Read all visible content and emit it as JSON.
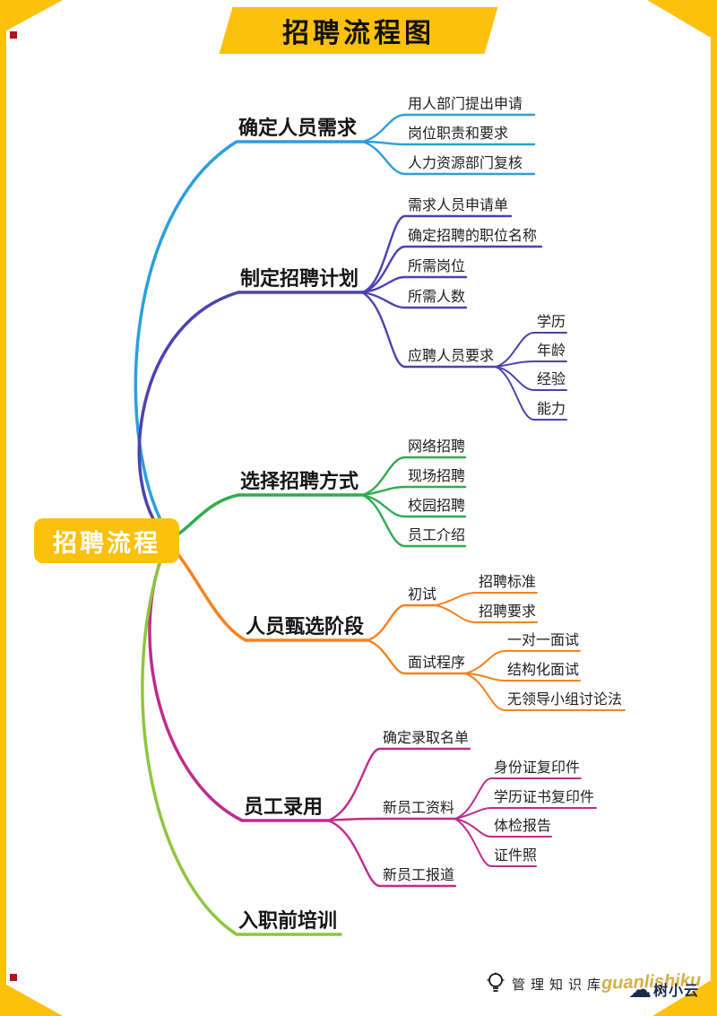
{
  "page": {
    "title": "招聘流程图"
  },
  "root": {
    "label": "招聘流程"
  },
  "colors": {
    "branch1": "#2B9FDE",
    "branch2": "#4A43AE",
    "branch3": "#2FAC4F",
    "branch4": "#F58220",
    "branch5": "#C12A8D",
    "branch6": "#8DC63F",
    "accent_yellow": "#FCC10D"
  },
  "branches": [
    {
      "label": "确定人员需求",
      "children": [
        {
          "label": "用人部门提出申请"
        },
        {
          "label": "岗位职责和要求"
        },
        {
          "label": "人力资源部门复核"
        }
      ]
    },
    {
      "label": "制定招聘计划",
      "children": [
        {
          "label": "需求人员申请单"
        },
        {
          "label": "确定招聘的职位名称"
        },
        {
          "label": "所需岗位"
        },
        {
          "label": "所需人数"
        },
        {
          "label": "应聘人员要求",
          "children": [
            {
              "label": "学历"
            },
            {
              "label": "年龄"
            },
            {
              "label": "经验"
            },
            {
              "label": "能力"
            }
          ]
        }
      ]
    },
    {
      "label": "选择招聘方式",
      "children": [
        {
          "label": "网络招聘"
        },
        {
          "label": "现场招聘"
        },
        {
          "label": "校园招聘"
        },
        {
          "label": "员工介绍"
        }
      ]
    },
    {
      "label": "人员甄选阶段",
      "children": [
        {
          "label": "初试",
          "children": [
            {
              "label": "招聘标准"
            },
            {
              "label": "招聘要求"
            }
          ]
        },
        {
          "label": "面试程序",
          "children": [
            {
              "label": "一对一面试"
            },
            {
              "label": "结构化面试"
            },
            {
              "label": "无领导小组讨论法"
            }
          ]
        }
      ]
    },
    {
      "label": "员工录用",
      "children": [
        {
          "label": "确定录取名单"
        },
        {
          "label": "新员工资料",
          "children": [
            {
              "label": "身份证复印件"
            },
            {
              "label": "学历证书复印件"
            },
            {
              "label": "体检报告"
            },
            {
              "label": "证件照"
            }
          ]
        },
        {
          "label": "新员工报道"
        }
      ]
    },
    {
      "label": "入职前培训",
      "children": []
    }
  ],
  "footer": {
    "brand": "管理知识库",
    "watermark": "guanlishiku",
    "logo": "树小云"
  }
}
